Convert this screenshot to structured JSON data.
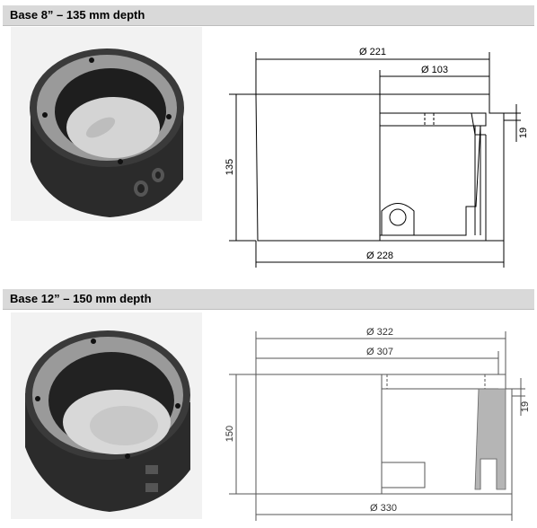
{
  "sections": [
    {
      "title": "Base 8” – 135 mm depth",
      "dims": {
        "top_diameter": "Ø 221",
        "inner_diameter": "Ø 103",
        "height": "135",
        "lip": "19",
        "bottom_diameter": "Ø 228"
      }
    },
    {
      "title": "Base 12” – 150 mm depth",
      "dims": {
        "top_diameter": "Ø 322",
        "inner_diameter": "Ø 307",
        "height": "150",
        "lip": "19",
        "bottom_diameter": "Ø 330"
      }
    }
  ]
}
